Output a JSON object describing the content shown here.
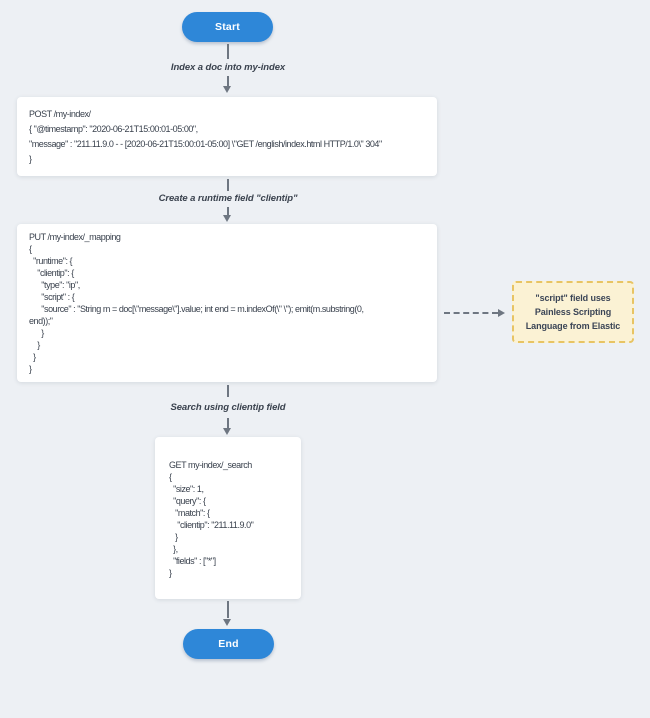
{
  "flow": {
    "start": {
      "label": "Start"
    },
    "end": {
      "label": "End"
    },
    "edges": {
      "index_doc": {
        "label": "Index a doc into my-index"
      },
      "create_runtime_field": {
        "label": "Create a runtime field \"clientip\""
      },
      "search_clientip": {
        "label": "Search using clientip field"
      }
    }
  },
  "code_blocks": {
    "post_index": {
      "lines": [
        "POST /my-index/",
        "{ \"@timestamp\": \"2020-06-21T15:00:01-05:00\",",
        "\"message\" : \"211.11.9.0 - - [2020-06-21T15:00:01-05:00] \\\"GET /english/index.html HTTP/1.0\\\" 304\"",
        "}"
      ]
    },
    "put_mapping": {
      "lines": [
        "PUT /my-index/_mapping",
        "{",
        "  \"runtime\": {",
        "    \"clientip\": {",
        "      \"type\": \"ip\",",
        "      \"script\" : {",
        "      \"source\" : \"String m = doc[\\\"message\\\"].value; int end = m.indexOf(\\\" \\\"); emit(m.substring(0,",
        "end));\"",
        "      }",
        "    }",
        "  }",
        "}"
      ]
    },
    "get_search": {
      "lines": [
        "GET my-index/_search",
        "{",
        "  \"size\": 1,",
        "  \"query\": {",
        "   \"match\": {",
        "    \"clientip\": \"211.11.9.0\"",
        "   }",
        "  },",
        "  \"fields\" : [\"*\"]",
        "}"
      ]
    }
  },
  "note": {
    "text": "\"script\" field uses Painless Scripting Language from Elastic"
  },
  "colors": {
    "background": "#edf0f4",
    "node_blue": "#2e87d8",
    "arrow_gray": "#6e7681",
    "note_background": "#fbf2d4",
    "note_border": "#e8c463",
    "code_text": "#39414d"
  }
}
